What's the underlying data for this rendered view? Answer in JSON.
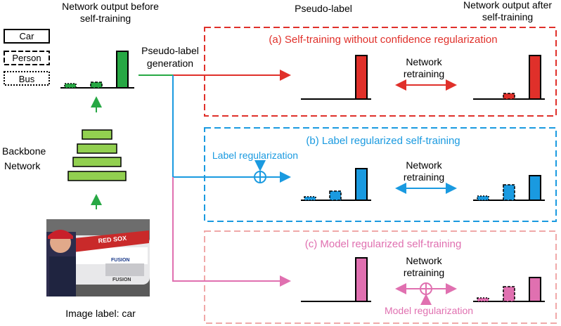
{
  "legend": {
    "items": [
      {
        "label": "Car",
        "style": "solid"
      },
      {
        "label": "Person",
        "style": "dashed"
      },
      {
        "label": "Bus",
        "style": "dotted"
      }
    ]
  },
  "headers": {
    "before": [
      "Network output before",
      "self-training"
    ],
    "pseudo": "Pseudo-label",
    "after": [
      "Network output after",
      "self-training"
    ]
  },
  "generation_label": [
    "Pseudo-label",
    "generation"
  ],
  "backbone_label": [
    "Backbone",
    "Network"
  ],
  "image_label": "Image label: car",
  "photo_text": [
    "RED SOX",
    "FUSION",
    "FUSION"
  ],
  "panels": {
    "a": {
      "title": "(a) Self-training without confidence regularization",
      "color": "#e0302a"
    },
    "b": {
      "title": "(b) Label regularized self-training",
      "color": "#1a9ae0",
      "reg_label": "Label regularization"
    },
    "c": {
      "title": "(c) Model regularized self-training",
      "color": "#e070b0",
      "reg_label": "Model regularization"
    }
  },
  "retraining_label": [
    "Network",
    "retraining"
  ],
  "colors": {
    "green": "#27a844",
    "backbone_fill": "#92d050",
    "red": "#e0302a",
    "blue": "#1a9ae0",
    "pink": "#e070b0",
    "panel_c_border": "#f0a8a8"
  }
}
